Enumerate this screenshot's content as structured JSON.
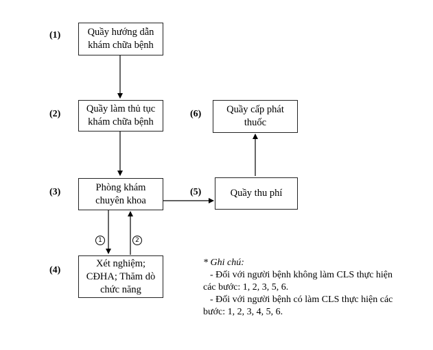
{
  "steps": {
    "s1": "(1)",
    "s2": "(2)",
    "s3": "(3)",
    "s4": "(4)",
    "s5": "(5)",
    "s6": "(6)"
  },
  "boxes": {
    "b1": [
      "Quầy hướng dẫn",
      "khám chữa bệnh"
    ],
    "b2": [
      "Quầy làm thủ tục",
      "khám chữa bệnh"
    ],
    "b3": [
      "Phòng khám",
      "chuyên khoa"
    ],
    "b4": [
      "Xét nghiệm;",
      "CĐHA; Thăm dò",
      "chức năng"
    ],
    "b5": [
      "Quầy thu phí"
    ],
    "b6": [
      "Quầy cấp phát",
      "thuốc"
    ]
  },
  "circled": {
    "c1": "1",
    "c2": "2"
  },
  "note": {
    "title": "* Ghi chú:",
    "lines": [
      "- Đối với người bệnh không làm CLS thực hiện",
      "các bước: 1, 2, 3, 5, 6.",
      "- Đối với người bệnh có làm CLS thực hiện các",
      "bước: 1, 2, 3, 4, 5, 6."
    ]
  }
}
